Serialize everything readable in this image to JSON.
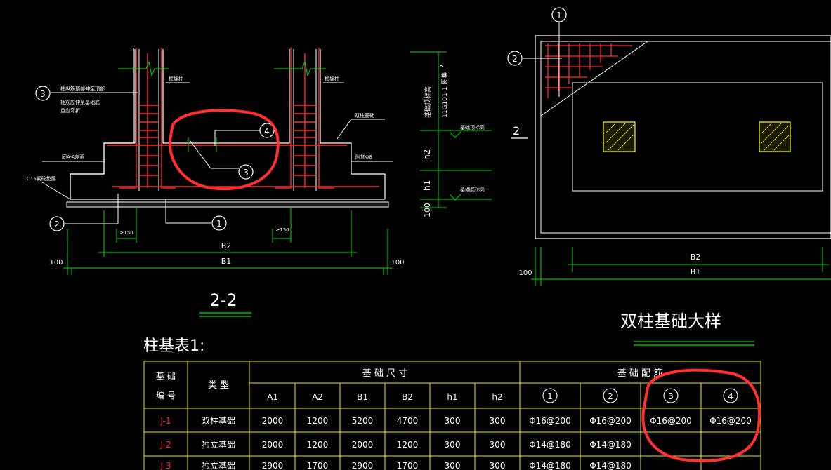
{
  "section": {
    "title": "2-2",
    "dims": {
      "b1": "B1",
      "b2": "B2",
      "offset": "100",
      "w150": "≥150"
    },
    "callout_labels": [
      "3",
      "4",
      "3",
      "2",
      "1"
    ],
    "notes": {
      "wall_top": "柱纵筋顶部伸至顶部",
      "wall_mid": "插筋应伸至基础底",
      "wall_bot": "且应弯折",
      "col_left": "框架柱",
      "col_right": "框架柱",
      "beam": "双柱基础",
      "cut": "同A-A剖面",
      "bar": "附加Φ8",
      "cushion": "C15素砼垫层"
    }
  },
  "elevation": {
    "top_note": "基础顶标高",
    "ref_note": "11G101-1 图集",
    "h2": "h2",
    "h1": "h1",
    "h100": "100",
    "mid_note": "基础顶标高",
    "low_note": "基础底标高"
  },
  "plan": {
    "title": "双柱基础大样",
    "section_mark": "2",
    "callouts": [
      "1",
      "2"
    ],
    "dims": {
      "b1": "B1",
      "b2": "B2",
      "offset": "100"
    }
  },
  "table": {
    "title": "柱基表1:",
    "headers": {
      "id_line1": "基 础",
      "id_line2": "编 号",
      "type": "类 型",
      "size_group": "基 础 尺 寸",
      "rebar_group": "基 础 配 筋",
      "size_cols": [
        "A1",
        "A2",
        "B1",
        "B2",
        "h1",
        "h2"
      ],
      "rebar_cols": [
        "1",
        "2",
        "3",
        "4"
      ]
    },
    "rows": [
      {
        "id": "J-1",
        "type": "双柱基础",
        "sizes": [
          "2000",
          "1200",
          "5200",
          "4700",
          "300",
          "300"
        ],
        "rebars": [
          "Φ16@200",
          "Φ16@200",
          "Φ16@200",
          "Φ16@200"
        ]
      },
      {
        "id": "J-2",
        "type": "独立基础",
        "sizes": [
          "2000",
          "1200",
          "2000",
          "1200",
          "300",
          "300"
        ],
        "rebars": [
          "Φ14@180",
          "Φ14@180",
          "",
          ""
        ]
      },
      {
        "id": "J-3",
        "type": "独立基础",
        "sizes": [
          "2900",
          "1700",
          "2900",
          "1700",
          "300",
          "300"
        ],
        "rebars": [
          "Φ14@180",
          "Φ14@180",
          "",
          ""
        ]
      }
    ]
  },
  "colors": {
    "background": "#000000",
    "lines": "#ffffff",
    "rebar": "#ff2a2a",
    "dimension": "#00e000",
    "table_grid": "#e6e600",
    "column": "#ffff00",
    "markup": "#ff3030"
  }
}
